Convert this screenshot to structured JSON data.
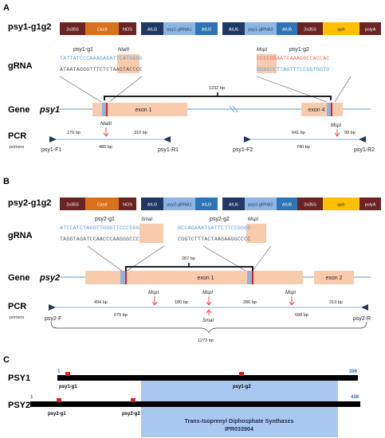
{
  "panels": {
    "a": "A",
    "b": "B",
    "c": "C"
  },
  "rows": {
    "grna": "gRNA",
    "gene": "Gene",
    "pcr": "PCR",
    "primers": "primers"
  },
  "a": {
    "construct_name": "psy1-g1g2",
    "construct": [
      "2x35S",
      "Cas9",
      "NOS",
      "AtU3",
      "psy1-gRNA1",
      "AtU3",
      "AtU6",
      "psy1-gRNA2",
      "AtU6",
      "2x35S",
      "aph",
      "polyA"
    ],
    "g1_label": "psy1-g1",
    "g1_enzyme": "NlaIII",
    "g1_seq_top": "TATTATCCCAAAGAGATTCATGGGG",
    "g1_seq_bot": "ATAATAGGGTTTCTCTAAGTACCCC",
    "g2_enzyme": "MspI",
    "g2_label": "psy1-g2",
    "g2_seq_top": "CCCCGGAATCAAAGGCCACCAC",
    "g2_seq_bot": "GGGGCCTTAGTTTCCGGTGGTG",
    "gene_name": "psy1",
    "exon1": "exon 1",
    "exon4": "exon 4",
    "deletion": "1232 bp",
    "pcr": {
      "left_enzyme": "NlaIII",
      "right_enzyme": "MspI",
      "left_a": "170 bp",
      "left_b": "310 bp",
      "left_total": "480 bp",
      "right_a": "641 bp",
      "right_b": "99 bp",
      "right_total": "740 bp",
      "primers": [
        "psy1-F1",
        "psy1-R1",
        "psy1-F2",
        "psy1-R2"
      ]
    }
  },
  "b": {
    "construct_name": "psy2-g1g2",
    "construct": [
      "2x35S",
      "Cas9",
      "NOS",
      "AtU3",
      "psy2-gRNA1",
      "AtU3",
      "AtU6",
      "psy2-gRNA2",
      "AtU6",
      "2x35S",
      "aph",
      "polyA"
    ],
    "g1_label": "psy2-g1",
    "g1_enzyme": "SmaI",
    "g1_seq_top": "ATCCATCTAGGTTGGGTTCCCGGG",
    "g1_seq_bot": "TAGGTAGATCCAACCCAAGGGCCC",
    "g2_label": "psy2-g2",
    "g2_enzyme": "MspI",
    "g2_seq_top": "GCCAGAAATGATTCTTCCGGGG",
    "g2_seq_bot": "CGGTCTTTACTAAGAAGGCCCC",
    "deletion": "287 bp",
    "gene_name": "psy2",
    "exon1": "exon 1",
    "exon2": "exon 2",
    "pcr": {
      "enzymes": [
        "MspI",
        "MspI",
        "MspI"
      ],
      "smai": "SmaI",
      "segs_top": [
        "494 bp",
        "180 bp",
        "286 bp",
        "313 bp"
      ],
      "segs_bot": [
        "675 bp",
        "598 bp"
      ],
      "total": "1273 bp",
      "primers": [
        "psy2-F",
        "psy2-R"
      ]
    }
  },
  "c": {
    "psy1": {
      "name": "PSY1",
      "start": "1",
      "end": "398",
      "g1": "psy1-g1",
      "g2": "psy1-g2"
    },
    "psy2": {
      "name": "PSY2",
      "start": "1",
      "end": "438",
      "g1": "psy2-g1",
      "g2": "psy2-g2"
    },
    "domain_name": "Trans-Isoprenyl Diphosphate Synthases",
    "domain_id": "IPR033904"
  },
  "colors": {
    "dark_red": "#6b2424",
    "orange": "#d9711c",
    "navy": "#1f3864",
    "light_blue": "#8eb4e3",
    "bright_blue": "#2e75b6",
    "yellow": "#ffc000",
    "exon": "#f8cbad",
    "red": "#e02020",
    "domain": "#a9c8f0",
    "seq_blue": "#5b9bd5",
    "seq_red": "#e06666"
  }
}
